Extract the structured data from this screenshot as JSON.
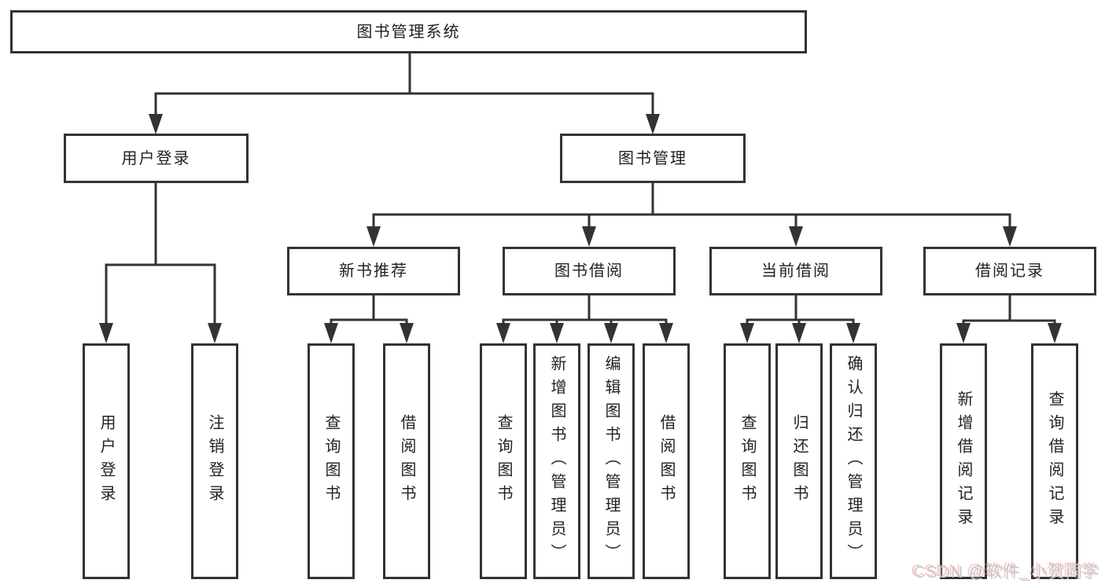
{
  "diagram_type": "hierarchy-tree",
  "colors": {
    "background": "#ffffff",
    "line": "#333333",
    "box_border": "#333333",
    "box_fill": "#ffffff",
    "text": "#222222",
    "watermark_text": "#c8c8c8",
    "watermark_shadow": "#f78f8f"
  },
  "tree": {
    "label": "图书管理系统",
    "children": [
      {
        "label": "用户登录",
        "children": [
          {
            "label": "用户登录"
          },
          {
            "label": "注销登录"
          }
        ]
      },
      {
        "label": "图书管理",
        "children": [
          {
            "label": "新书推荐",
            "children": [
              {
                "label": "查询图书"
              },
              {
                "label": "借阅图书"
              }
            ]
          },
          {
            "label": "图书借阅",
            "children": [
              {
                "label": "查询图书"
              },
              {
                "label": "新增图书（管理员）"
              },
              {
                "label": "编辑图书（管理员）"
              },
              {
                "label": "借阅图书"
              }
            ]
          },
          {
            "label": "当前借阅",
            "children": [
              {
                "label": "查询图书"
              },
              {
                "label": "归还图书"
              },
              {
                "label": "确认归还（管理员）"
              }
            ]
          },
          {
            "label": "借阅记录",
            "children": [
              {
                "label": "新增借阅记录"
              },
              {
                "label": "查询借阅记录"
              }
            ]
          }
        ]
      }
    ]
  },
  "watermark": {
    "text": "CSDN @软件_小贺同学"
  }
}
